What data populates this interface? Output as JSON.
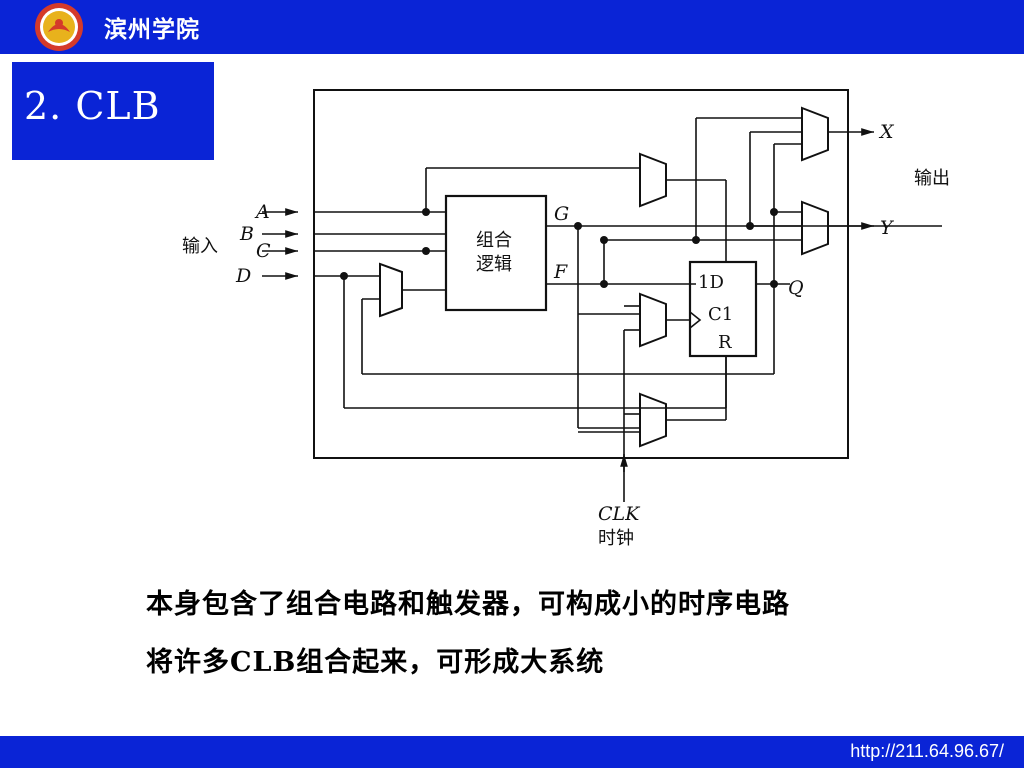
{
  "header": {
    "school_name": "滨州学院"
  },
  "slide": {
    "title": "2.  CLB"
  },
  "diagram": {
    "inputs": {
      "a": "A",
      "b": "B",
      "c": "C",
      "d": "D",
      "label": "输入"
    },
    "logic_block": {
      "line1": "组合",
      "line2": "逻辑"
    },
    "signals": {
      "g": "G",
      "f": "F",
      "q": "Q"
    },
    "flipflop": {
      "d": "1D",
      "c": "C1",
      "r": "R"
    },
    "outputs": {
      "x": "X",
      "y": "Y",
      "label": "输出"
    },
    "clock": {
      "name": "CLK",
      "label": "时钟"
    }
  },
  "body": {
    "line1": "本身包含了组合电路和触发器，可构成小的时序电路",
    "line2": "将许多CLB组合起来，可形成大系统"
  },
  "footer": {
    "url": "http://211.64.96.67/"
  },
  "colors": {
    "bar": "#0a24d6",
    "text": "#ffffff"
  },
  "icons": {
    "logo": "school-emblem-icon"
  }
}
